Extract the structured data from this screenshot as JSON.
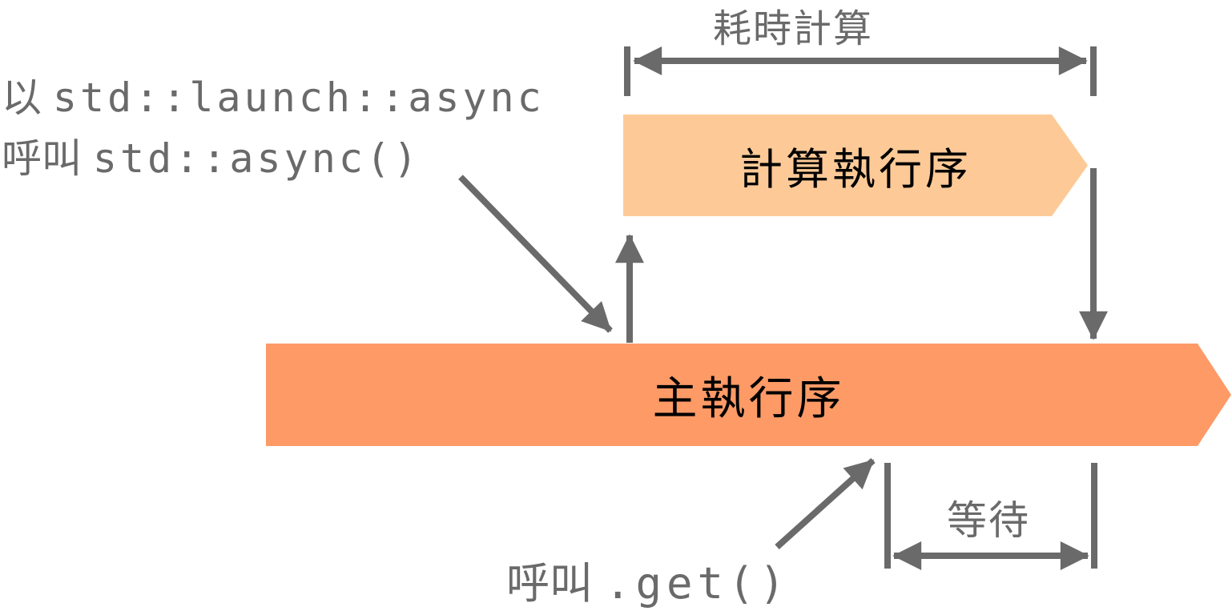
{
  "diagram": {
    "duration_label": "耗時計算",
    "left_note": {
      "line1_cjk": "以 ",
      "line1_code": "std::launch::async",
      "line2_cjk": "呼叫 ",
      "line2_code": "std::async()"
    },
    "computation_thread_label": "計算執行序",
    "main_thread_label": "主執行序",
    "wait_label": "等待",
    "get_note": {
      "cjk": "呼叫 ",
      "code": ".get()"
    }
  },
  "colors": {
    "arrow_gray": "#6A6A6A",
    "text_gray": "#6A6A6A",
    "computation_fill": "#FDCA97",
    "main_fill": "#FD9A66",
    "bar_text": "#000000",
    "background": "#FFFFFF"
  }
}
